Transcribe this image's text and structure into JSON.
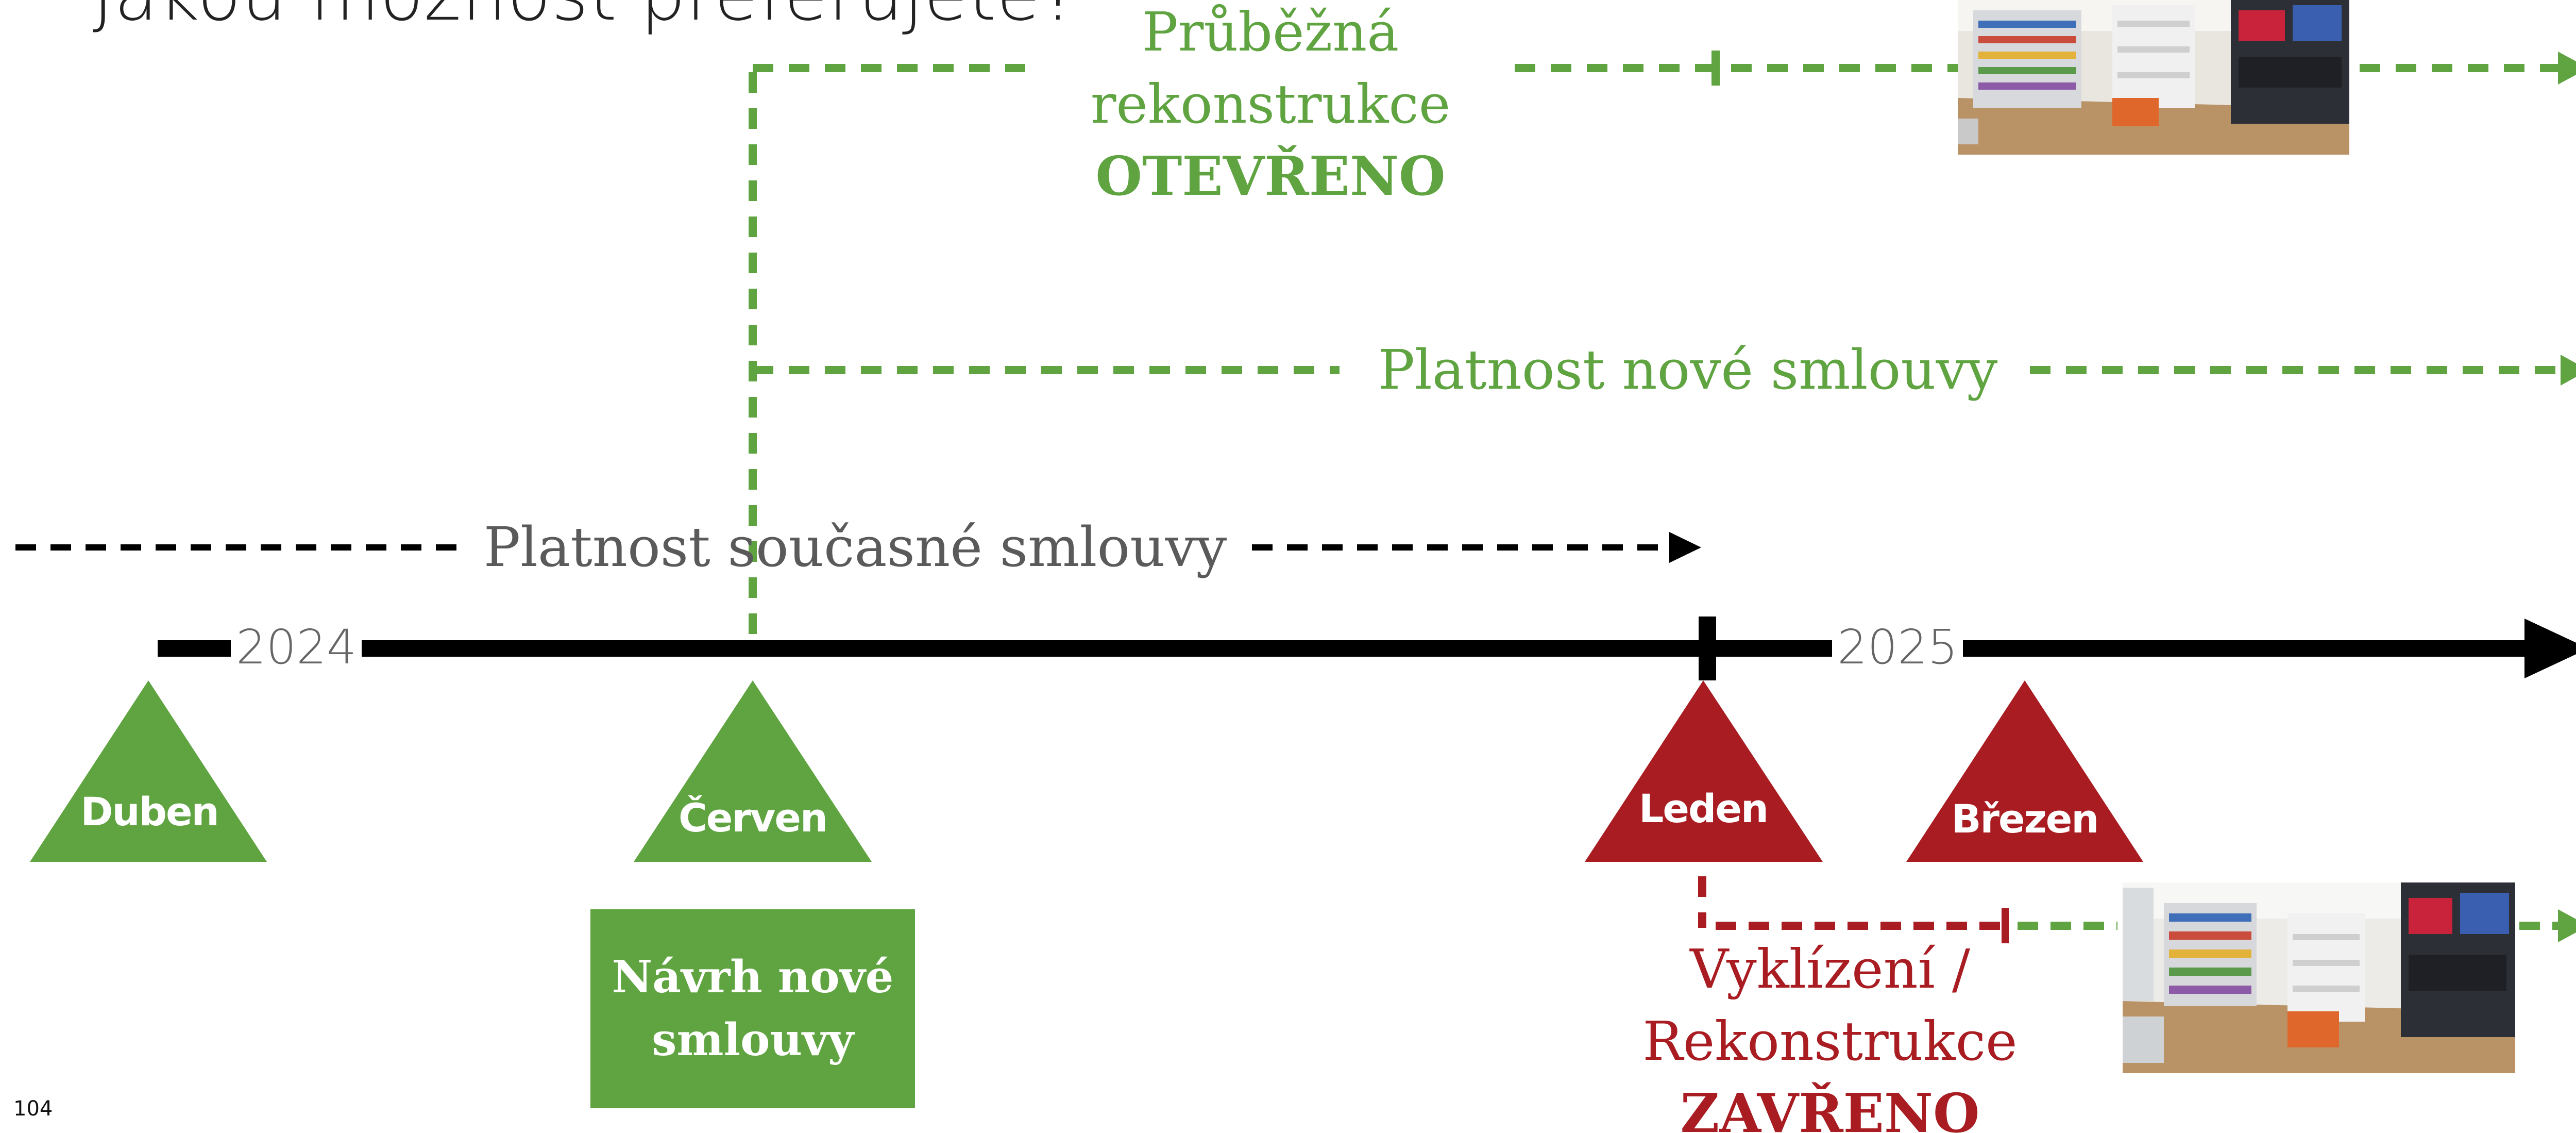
{
  "slide": {
    "title": "Jakou možnost preferujete?",
    "page_number": "104"
  },
  "timeline": {
    "year_start": "2024",
    "year_end": "2025",
    "months": [
      {
        "label": "Duben",
        "color": "#5fa441"
      },
      {
        "label": "Červen",
        "color": "#5fa441"
      },
      {
        "label": "Leden",
        "color": "#a81c22"
      },
      {
        "label": "Březen",
        "color": "#a81c22"
      }
    ]
  },
  "labels": {
    "current_contract": "Platnost současné smlouvy",
    "new_contract": "Platnost nové smlouvy",
    "option_open": {
      "line1": "Průběžná",
      "line2": "rekonstrukce",
      "line3": "OTEVŘENO"
    },
    "option_closed": {
      "line1": "Vyklízení /",
      "line2": "Rekonstrukce",
      "line3": "ZAVŘENO"
    },
    "proposal_box": {
      "line1": "Návrh nové",
      "line2": "smlouvy"
    }
  },
  "colors": {
    "green": "#5fa441",
    "red": "#a81c22",
    "black": "#000000",
    "gray_text": "#5a5a5a"
  },
  "images": [
    {
      "name": "store-interior-photo-top"
    },
    {
      "name": "store-interior-photo-bottom"
    }
  ]
}
